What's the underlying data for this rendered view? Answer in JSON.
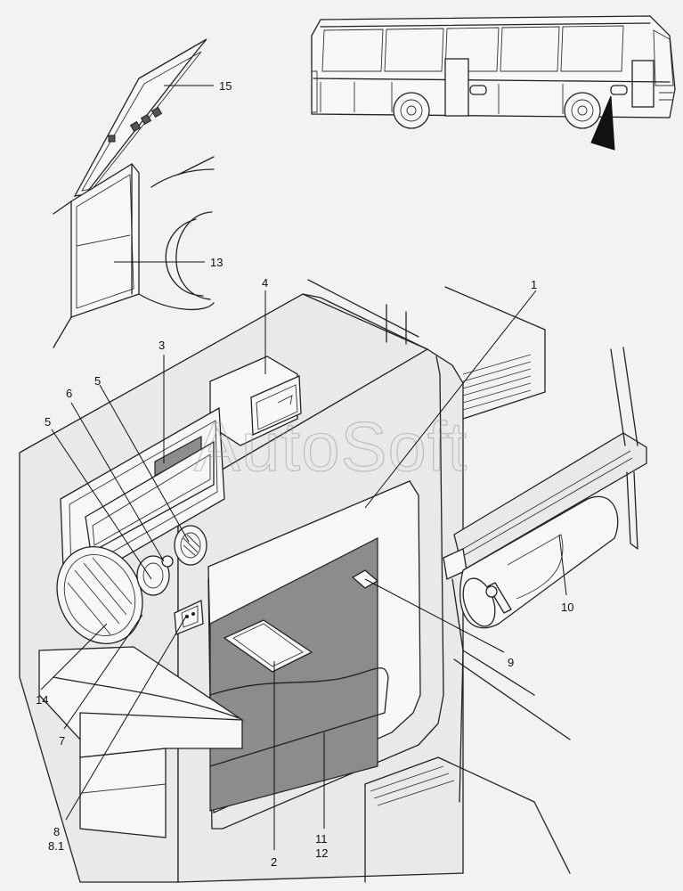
{
  "watermark": "AutoSoft",
  "callouts": [
    {
      "id": "c1",
      "text": "1"
    },
    {
      "id": "c2",
      "text": "2"
    },
    {
      "id": "c3",
      "text": "3"
    },
    {
      "id": "c4",
      "text": "4"
    },
    {
      "id": "c5a",
      "text": "5"
    },
    {
      "id": "c5b",
      "text": "5"
    },
    {
      "id": "c6",
      "text": "6"
    },
    {
      "id": "c7",
      "text": "7"
    },
    {
      "id": "c8",
      "text": "8"
    },
    {
      "id": "c81",
      "text": "8.1"
    },
    {
      "id": "c9",
      "text": "9"
    },
    {
      "id": "c10",
      "text": "10"
    },
    {
      "id": "c11",
      "text": "11"
    },
    {
      "id": "c12",
      "text": "12"
    },
    {
      "id": "c13",
      "text": "13"
    },
    {
      "id": "c14",
      "text": "14"
    },
    {
      "id": "c15",
      "text": "15"
    }
  ]
}
